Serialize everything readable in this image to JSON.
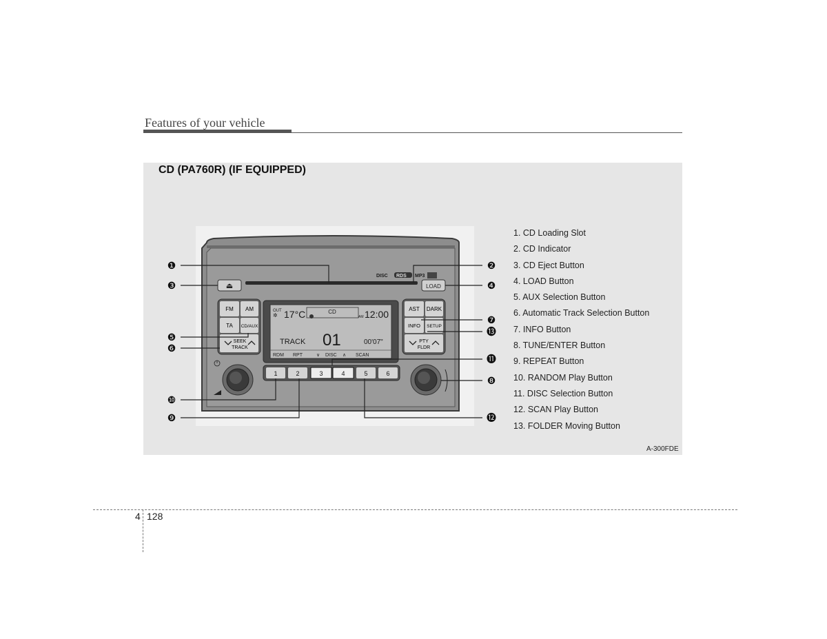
{
  "header": {
    "title": "Features of your vehicle"
  },
  "section": {
    "title": "CD (PA760R) (IF EQUIPPED)"
  },
  "radio": {
    "eject_symbol": "⏏",
    "load_label": "LOAD",
    "logos": [
      "DISC",
      "RDS",
      "MP3"
    ],
    "buttons": {
      "fm": "FM",
      "am": "AM",
      "ta": "TA",
      "cd_aux": "CD/AUX",
      "seek": "SEEK",
      "track": "TRACK",
      "ast": "AST",
      "dark": "DARK",
      "info": "INFO",
      "setup": "SETUP",
      "pty": "PTY",
      "fldr": "FLDR"
    },
    "display": {
      "out": "OUT",
      "temp": "17°C",
      "cd_icon": "CD",
      "am": "AM",
      "time": "12:00",
      "track_label": "TRACK",
      "track_num": "01",
      "elapsed": "00'07\"",
      "footer": [
        "RDM",
        "RPT",
        "∨",
        "DISC",
        "∧",
        "SCAN"
      ]
    },
    "presets": [
      "1",
      "2",
      "3",
      "4",
      "5",
      "6"
    ]
  },
  "callout_numbers": [
    "❶",
    "❷",
    "❸",
    "❹",
    "❺",
    "❻",
    "❼",
    "❽",
    "❾",
    "❿",
    "⓫",
    "⓬",
    "⓭"
  ],
  "legend": [
    "1. CD Loading Slot",
    "2. CD Indicator",
    "3. CD Eject Button",
    "4. LOAD Button",
    "5. AUX Selection Button",
    "6. Automatic Track Selection Button",
    "7. INFO Button",
    "8. TUNE/ENTER Button",
    "9. REPEAT Button",
    "10. RANDOM Play Button",
    "11. DISC Selection Button",
    "12. SCAN Play Button",
    "13. FOLDER Moving Button"
  ],
  "figure_code": "A-300FDE",
  "footer": {
    "chapter": "4",
    "page": "128"
  }
}
